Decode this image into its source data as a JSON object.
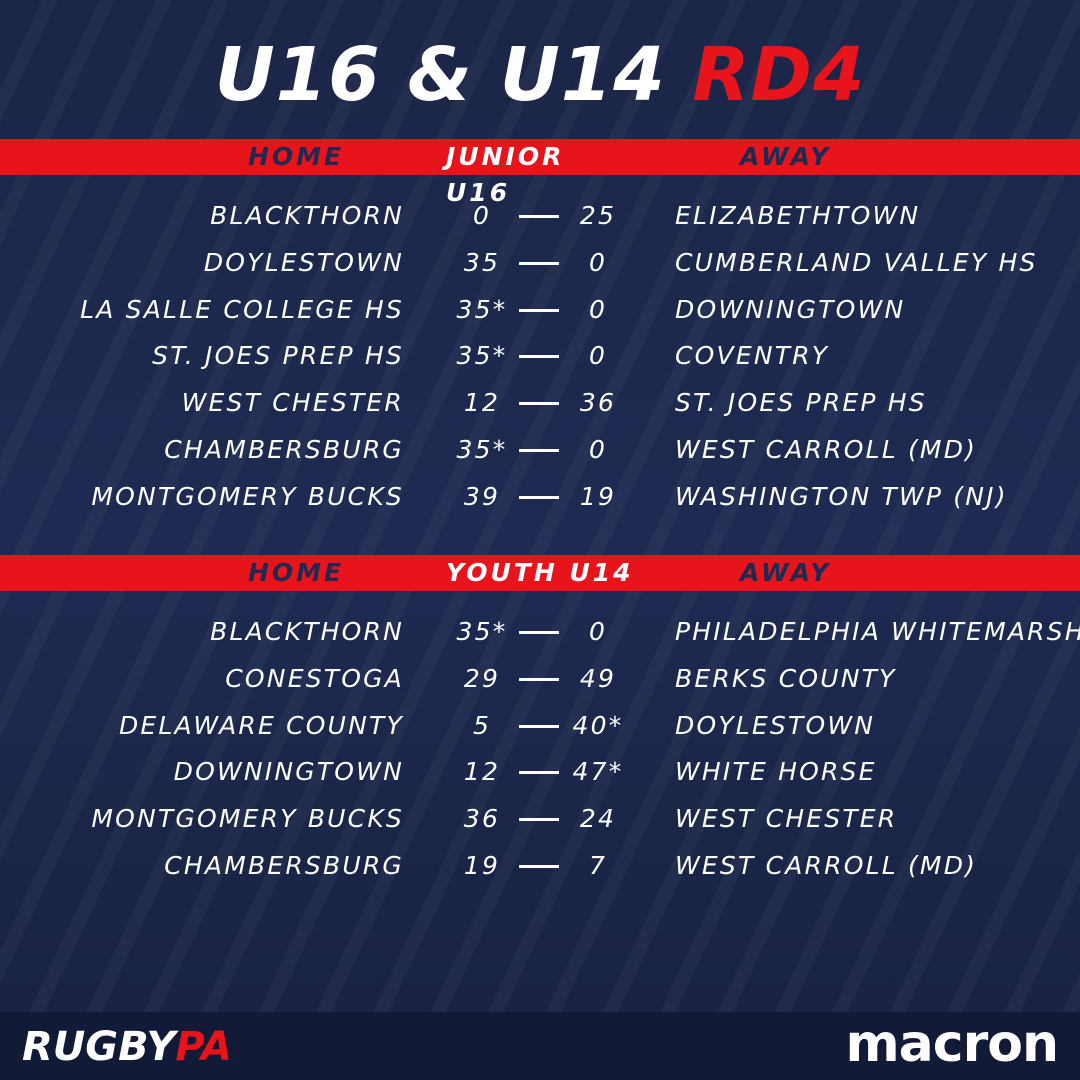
{
  "title": {
    "main": "U16 & U14",
    "accent": "RD4"
  },
  "colors": {
    "accent": "#e8141c",
    "background": "#1e2a52"
  },
  "sections": [
    {
      "home_label": "HOME",
      "name": "JUNIOR U16",
      "away_label": "AWAY",
      "matches": [
        {
          "home": "BLACKTHORN",
          "home_score": "0",
          "away_score": "25",
          "away": "ELIZABETHTOWN"
        },
        {
          "home": "DOYLESTOWN",
          "home_score": "35",
          "away_score": "0",
          "away": "CUMBERLAND VALLEY HS"
        },
        {
          "home": "LA SALLE COLLEGE HS",
          "home_score": "35*",
          "away_score": "0",
          "away": "DOWNINGTOWN"
        },
        {
          "home": "ST. JOES PREP HS",
          "home_score": "35*",
          "away_score": "0",
          "away": "COVENTRY"
        },
        {
          "home": "WEST CHESTER",
          "home_score": "12",
          "away_score": "36",
          "away": "ST. JOES PREP HS"
        },
        {
          "home": "CHAMBERSBURG",
          "home_score": "35*",
          "away_score": "0",
          "away": "WEST CARROLL (MD)"
        },
        {
          "home": "MONTGOMERY BUCKS",
          "home_score": "39",
          "away_score": "19",
          "away": "WASHINGTON TWP (NJ)"
        }
      ]
    },
    {
      "home_label": "HOME",
      "name": "YOUTH U14",
      "away_label": "AWAY",
      "matches": [
        {
          "home": "BLACKTHORN",
          "home_score": "35*",
          "away_score": "0",
          "away": "PHILADELPHIA WHITEMARSH"
        },
        {
          "home": "CONESTOGA",
          "home_score": "29",
          "away_score": "49",
          "away": "BERKS COUNTY"
        },
        {
          "home": "DELAWARE COUNTY",
          "home_score": "5",
          "away_score": "40*",
          "away": "DOYLESTOWN"
        },
        {
          "home": "DOWNINGTOWN",
          "home_score": "12",
          "away_score": "47*",
          "away": "WHITE HORSE"
        },
        {
          "home": "MONTGOMERY BUCKS",
          "home_score": "36",
          "away_score": "24",
          "away": "WEST CHESTER"
        },
        {
          "home": "CHAMBERSBURG",
          "home_score": "19",
          "away_score": "7",
          "away": "WEST CARROLL (MD)"
        }
      ]
    }
  ],
  "footer": {
    "logo_left_main": "RUGBY",
    "logo_left_accent": "PA",
    "logo_right": "macron"
  }
}
